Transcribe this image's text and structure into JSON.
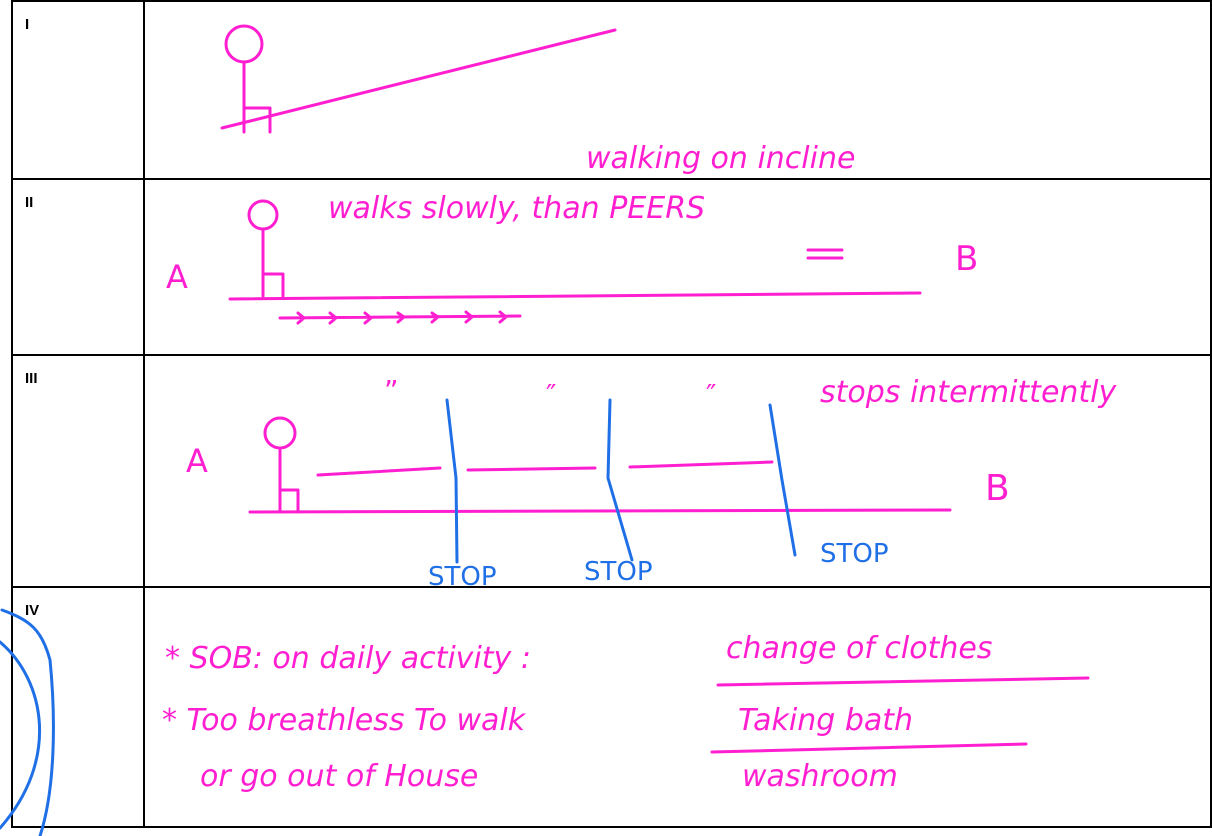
{
  "rows": [
    {
      "grade": "I",
      "notes": [
        "walking on incline"
      ]
    },
    {
      "grade": "II",
      "notes": [
        "walks slowly, than PEERS",
        "A",
        "B"
      ]
    },
    {
      "grade": "III",
      "notes": [
        "stops intermittently",
        "A",
        "B",
        "”",
        "″",
        "″",
        "STOP",
        "STOP",
        "STOP"
      ]
    },
    {
      "grade": "IV",
      "notes": [
        "* SOB: on daily activity :",
        "change of clothes",
        "* Too breathless To walk",
        "or go out of House",
        "Taking bath",
        "washroom"
      ]
    }
  ],
  "colors": {
    "pen": "#ff1fd0",
    "annotation": "#1f6fe6",
    "grid": "#000000"
  }
}
